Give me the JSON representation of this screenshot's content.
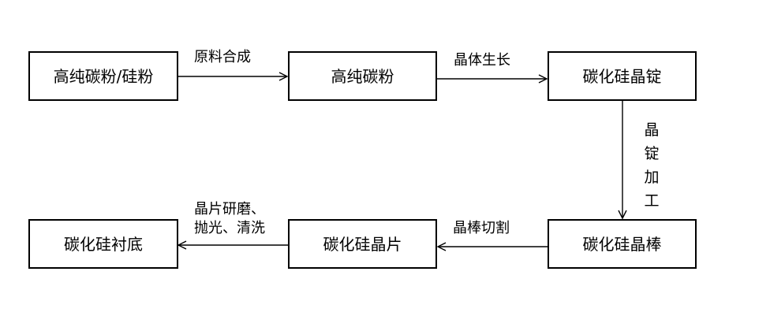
{
  "nodes": {
    "raw_powder": "高纯碳粉/硅粉",
    "high_purity_carbon": "高纯碳粉",
    "sic_ingot": "碳化硅晶锭",
    "sic_boule": "碳化硅晶棒",
    "sic_wafer": "碳化硅晶片",
    "sic_substrate": "碳化硅衬底"
  },
  "edges": {
    "raw_synthesis": "原料合成",
    "crystal_growth": "晶体生长",
    "ingot_processing": "晶锭加工",
    "boule_cutting": "晶棒切割",
    "wafer_finishing_line1": "晶片研磨、",
    "wafer_finishing_line2": "抛光、清洗"
  }
}
